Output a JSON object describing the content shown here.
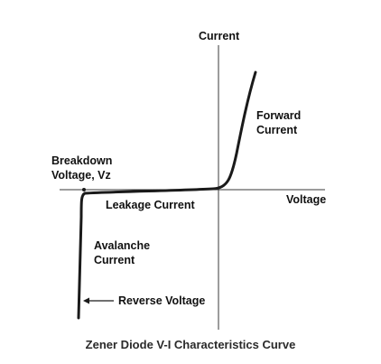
{
  "labels": {
    "current_axis": "Current",
    "voltage_axis": "Voltage",
    "forward_current": [
      "Forward",
      "Current"
    ],
    "breakdown_voltage": [
      "Breakdown",
      "Voltage, Vz"
    ],
    "leakage_current": "Leakage Current",
    "avalanche_current": [
      "Avalanche",
      "Current"
    ],
    "reverse_voltage": "Reverse Voltage"
  },
  "caption": "Zener Diode V-I Characteristics Curve",
  "colors": {
    "curve": "#1a1a1a",
    "axis": "#3a3a3a",
    "text": "#111111",
    "background": "#ffffff"
  }
}
